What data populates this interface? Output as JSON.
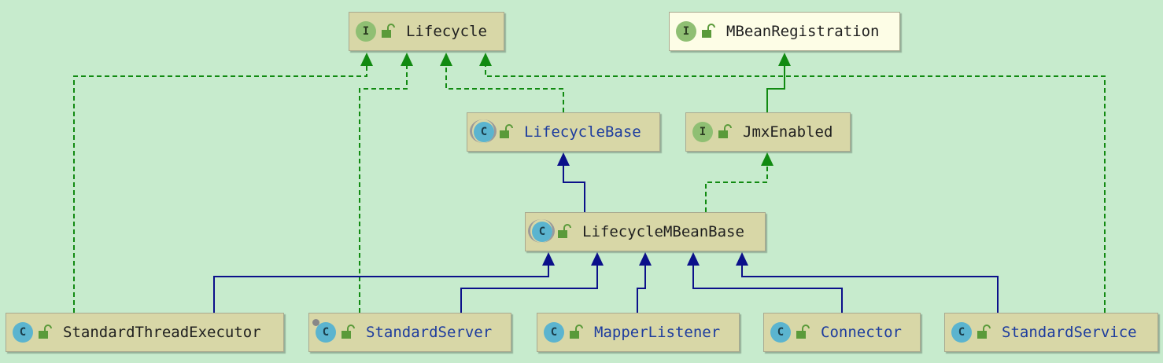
{
  "colors": {
    "background": "#c7ebcd",
    "node_fill": "#d8d7a7",
    "node_fill_alt": "#fdfde6",
    "implements_edge": "#118a11",
    "extends_edge": "#0b108a",
    "project_class_text": "#1d3c9e"
  },
  "nodes": {
    "lifecycle": {
      "name": "Lifecycle",
      "kind": "I"
    },
    "mbean_registration": {
      "name": "MBeanRegistration",
      "kind": "I"
    },
    "lifecycle_base": {
      "name": "LifecycleBase",
      "kind": "C"
    },
    "jmx_enabled": {
      "name": "JmxEnabled",
      "kind": "I"
    },
    "lifecycle_mbean_base": {
      "name": "LifecycleMBeanBase",
      "kind": "C"
    },
    "standard_thread_executor": {
      "name": "StandardThreadExecutor",
      "kind": "C"
    },
    "standard_server": {
      "name": "StandardServer",
      "kind": "C"
    },
    "mapper_listener": {
      "name": "MapperListener",
      "kind": "C"
    },
    "connector": {
      "name": "Connector",
      "kind": "C"
    },
    "standard_service": {
      "name": "StandardService",
      "kind": "C"
    }
  },
  "icons": {
    "interface": "interface-icon",
    "class": "class-icon",
    "abstract_class": "abstract-class-icon",
    "visibility": "unlocked-icon"
  }
}
